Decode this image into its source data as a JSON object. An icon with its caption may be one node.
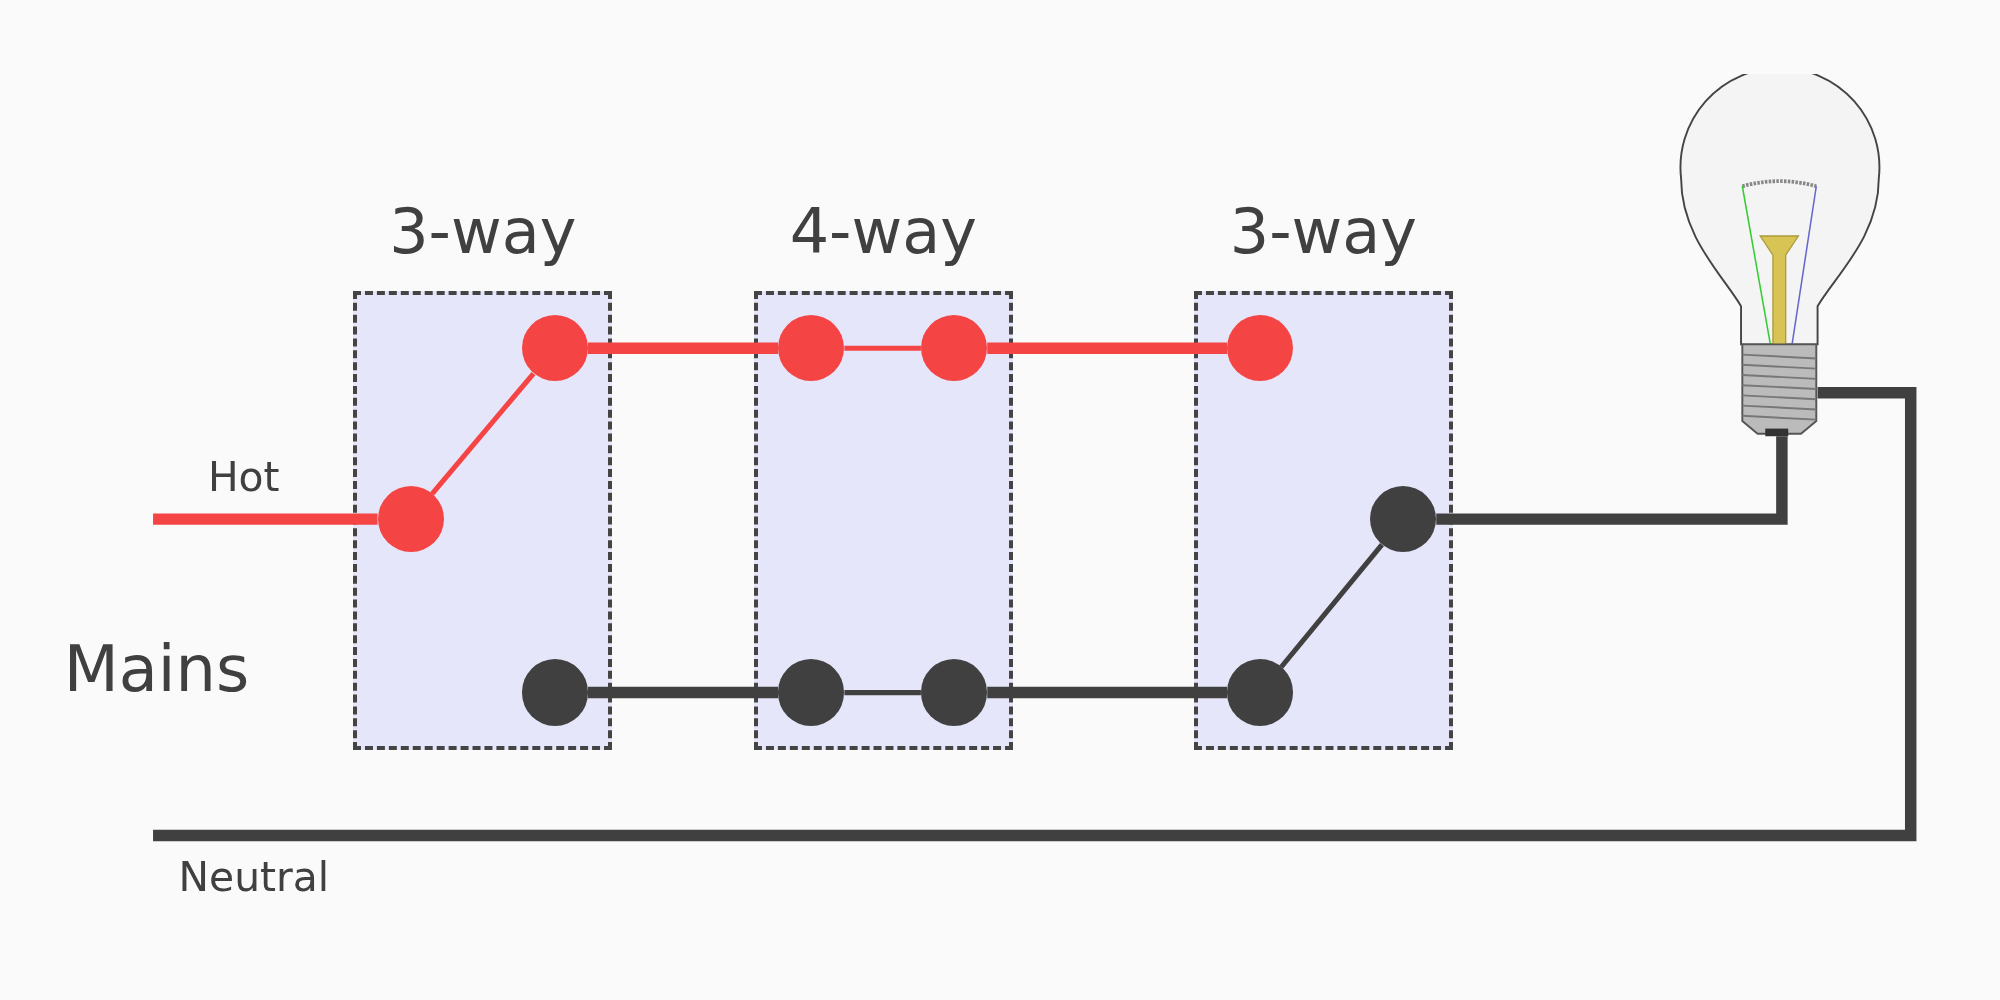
{
  "diagram": {
    "nodes": [
      {
        "text": [
          "3-way"
        ]
      },
      {
        "text": [],
        "shape": "circle",
        "in": 0
      },
      {
        "text": [],
        "shape": "circle",
        "in": 0
      },
      {
        "text": [],
        "shape": "circle",
        "in": 0
      },
      {
        "text": [
          "4-way"
        ]
      },
      {
        "text": [],
        "shape": "circle",
        "in": 4
      },
      {
        "text": [],
        "shape": "circle",
        "in": 4
      },
      {
        "text": [],
        "shape": "circle",
        "in": 4
      },
      {
        "text": [],
        "shape": "circle",
        "in": 4
      },
      {
        "text": [
          "3-way"
        ]
      },
      {
        "text": [],
        "shape": "circle",
        "in": 9
      },
      {
        "text": [],
        "shape": "circle",
        "in": 9
      },
      {
        "text": [],
        "shape": "circle",
        "in": 9
      },
      {
        "text": [],
        "shape": "picture"
      }
    ],
    "edges": [
      {
        "from": null,
        "to": 2,
        "arrow": "none",
        "label": "Hot",
        "color": "#f44444"
      },
      {
        "from": 2,
        "to": 1,
        "arrow": "none",
        "color": "#f44444"
      },
      {
        "from": 1,
        "to": 5,
        "arrow": "none",
        "color": "#f44444"
      },
      {
        "from": 5,
        "to": 6,
        "arrow": "none",
        "color": "#f44444"
      },
      {
        "from": 6,
        "to": 10,
        "arrow": "none",
        "color": "#f44444"
      },
      {
        "from": 3,
        "to": 7,
        "arrow": "none"
      },
      {
        "from": 7,
        "to": 8,
        "arrow": "none"
      },
      {
        "from": 8,
        "to": 12,
        "arrow": "none"
      },
      {
        "from": 12,
        "to": 11,
        "arrow": "none"
      },
      {
        "from": 11,
        "to": 13,
        "arrow": "none"
      },
      {
        "from": 13,
        "to": null,
        "arrow": "none",
        "label": "Neutral"
      }
    ],
    "labels": [
      "Mains"
    ]
  }
}
